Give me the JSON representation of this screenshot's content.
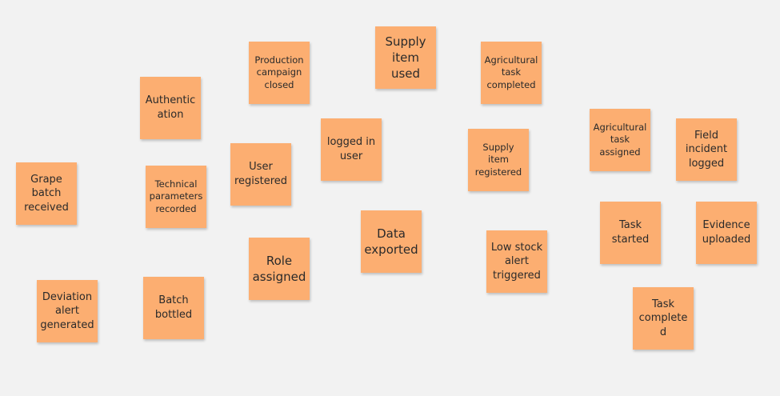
{
  "board": {
    "background_color": "#f2f2f2",
    "note_color": "#fcae71",
    "text_color": "#2a2a2a"
  },
  "notes": {
    "production_campaign_closed": "Production\ncampaign\nclosed",
    "supply_item_used": "Supply\nitem\nused",
    "agricultural_task_completed": "Agricultural\ntask\ncompleted",
    "authentication": "Authentic\nation",
    "logged_in_user": "logged in\nuser",
    "supply_item_registered": "Supply\nitem\nregistered",
    "agricultural_task_assigned": "Agricultural\ntask\nassigned",
    "field_incident_logged": "Field\nincident\nlogged",
    "user_registered": "User\nregistered",
    "grape_batch_received": "Grape\nbatch\nreceived",
    "technical_parameters_recorded": "Technical\nparameters\nrecorded",
    "task_started": "Task\nstarted",
    "evidence_uploaded": "Evidence\nuploaded",
    "data_exported": "Data\nexported",
    "low_stock_alert_triggered": "Low stock\nalert\ntriggered",
    "role_assigned": "Role\nassigned",
    "batch_bottled": "Batch\nbottled",
    "deviation_alert_generated": "Deviation\nalert\ngenerated",
    "task_completed": "Task\ncompleted"
  }
}
